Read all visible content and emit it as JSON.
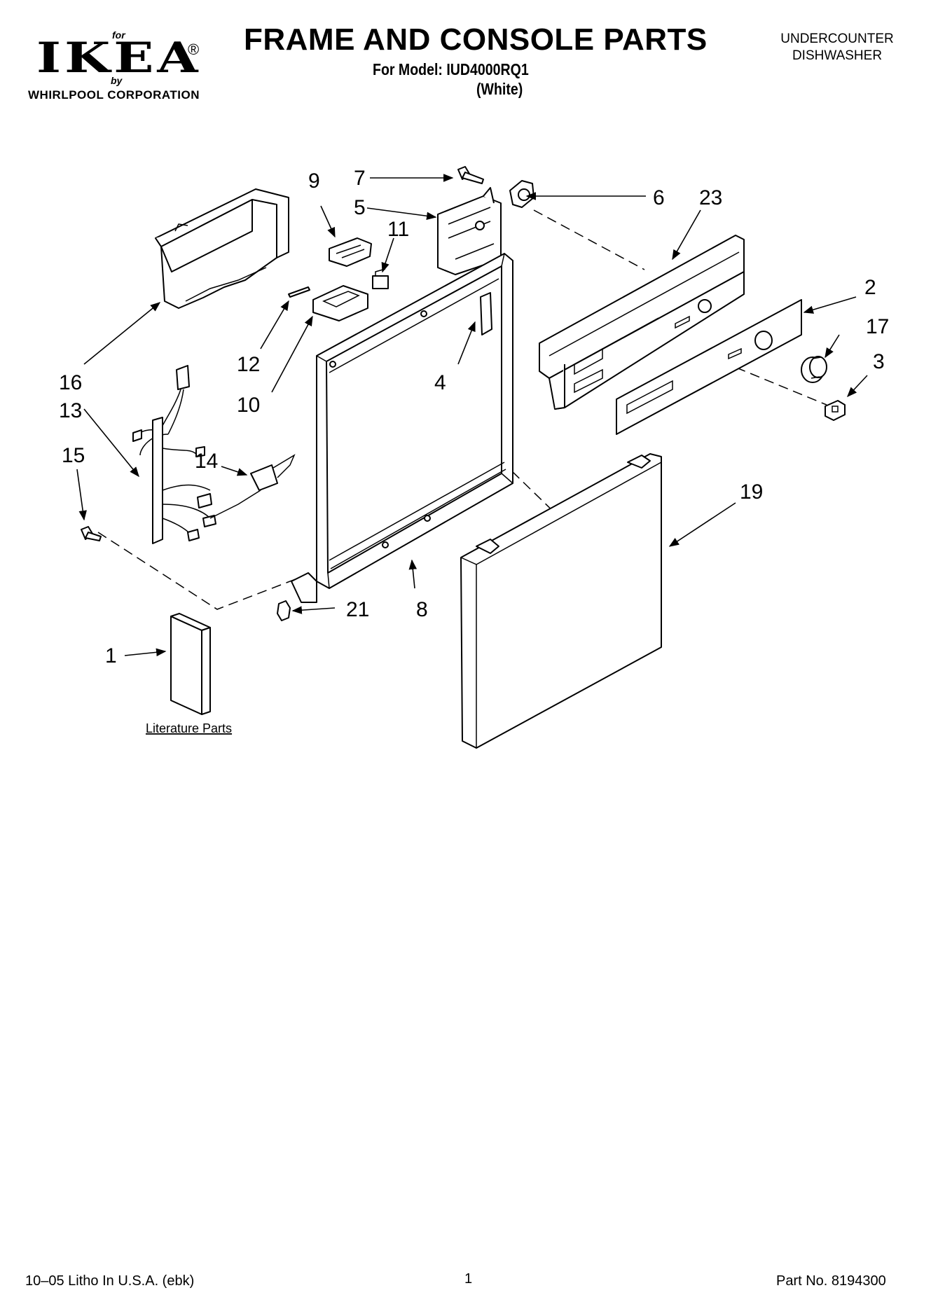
{
  "header": {
    "brand_for": "for",
    "brand_name": "IKEA",
    "brand_mark": "®",
    "brand_by": "by",
    "brand_corp": "WHIRLPOOL  CORPORATION",
    "title": "FRAME AND CONSOLE PARTS",
    "model_line": "For Model: IUD4000RQ1",
    "color_line": "(White)",
    "product_type_1": "UNDERCOUNTER",
    "product_type_2": "DISHWASHER"
  },
  "diagram": {
    "callouts": {
      "c1": "1",
      "c2": "2",
      "c3": "3",
      "c4": "4",
      "c5": "5",
      "c6": "6",
      "c7": "7",
      "c8": "8",
      "c9": "9",
      "c10": "10",
      "c11": "11",
      "c12": "12",
      "c13": "13",
      "c14": "14",
      "c15": "15",
      "c16": "16",
      "c17": "17",
      "c19": "19",
      "c21": "21",
      "c23": "23"
    },
    "literature_label": "Literature Parts"
  },
  "footer": {
    "litho": "10–05 Litho In U.S.A. (ebk)",
    "page": "1",
    "part_no": "Part No. 8194300"
  }
}
